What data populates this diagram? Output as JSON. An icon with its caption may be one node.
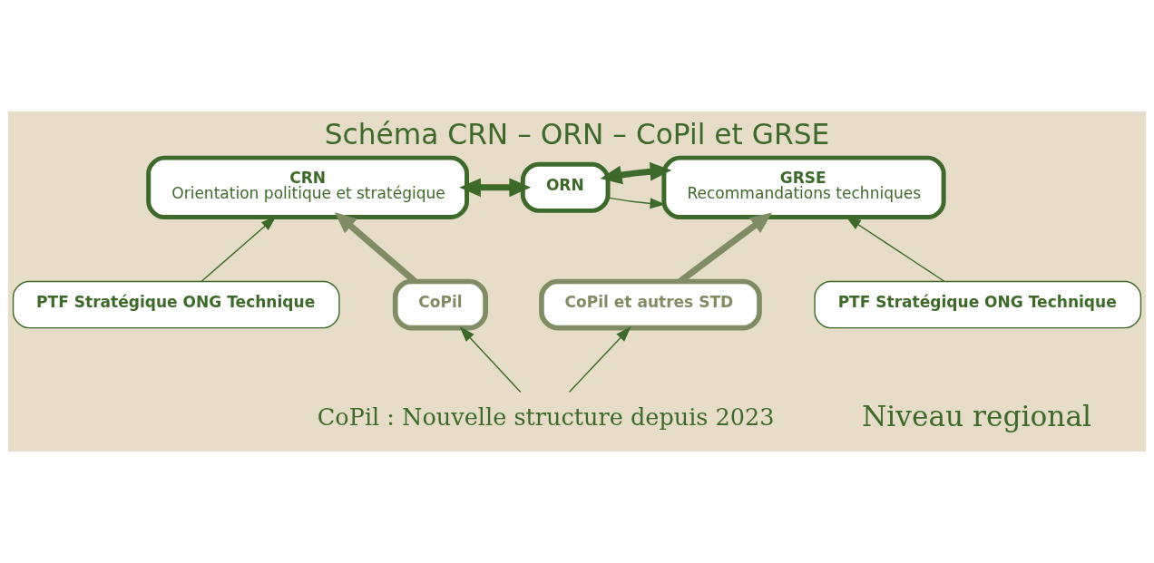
{
  "diagram": {
    "title": "Schéma CRN – ORN – CoPil et GRSE",
    "nodes": [
      {
        "text": [
          "CRN",
          "Orientation politique et stratégique"
        ]
      },
      {
        "text": [
          "ORN"
        ]
      },
      {
        "text": [
          "GRSE",
          "Recommandations techniques"
        ]
      },
      {
        "text": [
          "PTF Stratégique ONG Technique"
        ]
      },
      {
        "text": [
          "CoPil"
        ]
      },
      {
        "text": [
          "PTF Stratégique ONG Technique"
        ]
      },
      {
        "text": [
          "CoPil et autres STD"
        ]
      },
      {
        "text": [
          "CoPil : Nouvelle structure depuis 2023"
        ]
      }
    ],
    "edges": [
      {
        "from": 0,
        "to": 1,
        "arrow": "both",
        "style": "thick"
      },
      {
        "from": 1,
        "to": 2,
        "arrow": "both",
        "style": "thick"
      },
      {
        "from": 1,
        "to": 2,
        "arrow": "to"
      },
      {
        "from": 3,
        "to": 0,
        "arrow": "to"
      },
      {
        "from": 4,
        "to": 0,
        "arrow": "to",
        "style": "thick",
        "color": "#808c64"
      },
      {
        "from": 5,
        "to": 2,
        "arrow": "to"
      },
      {
        "from": 6,
        "to": 2,
        "arrow": "to",
        "style": "thick",
        "color": "#808c64"
      },
      {
        "from": 7,
        "to": 4,
        "arrow": "to"
      },
      {
        "from": 7,
        "to": 6,
        "arrow": "to"
      }
    ],
    "labels": [
      "Niveau regional"
    ]
  }
}
